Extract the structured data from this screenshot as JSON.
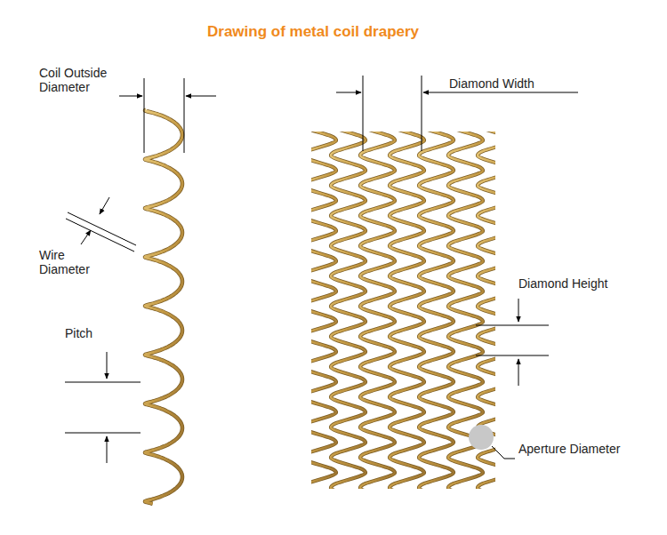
{
  "diagram": {
    "title": "Drawing of metal coil drapery",
    "labels": [
      "Coil Outside Diameter",
      "Wire Diameter",
      "Pitch",
      "Diamond Width",
      "Diamond Height",
      "Aperture Diameter"
    ]
  }
}
